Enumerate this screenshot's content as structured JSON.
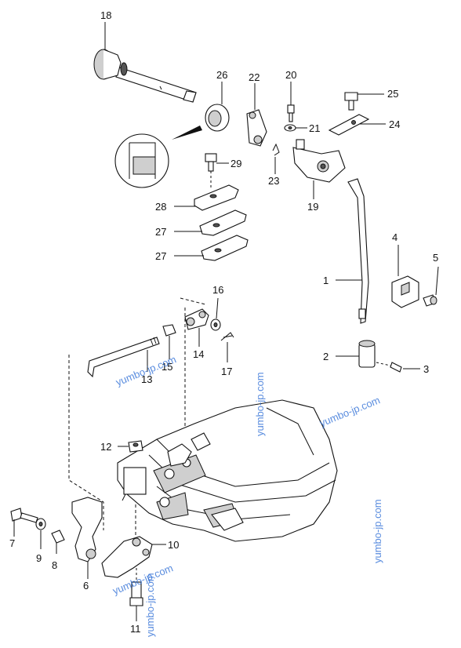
{
  "callouts": {
    "c1": "1",
    "c2": "2",
    "c3": "3",
    "c4": "4",
    "c5": "5",
    "c6": "6",
    "c7": "7",
    "c8": "8",
    "c9": "9",
    "c10": "10",
    "c11": "11",
    "c12": "12",
    "c13": "13",
    "c14": "14",
    "c15": "15",
    "c16": "16",
    "c17": "17",
    "c18": "18",
    "c19": "19",
    "c20": "20",
    "c21": "21",
    "c22": "22",
    "c23": "23",
    "c24": "24",
    "c25": "25",
    "c26": "26",
    "c27a": "27",
    "c27b": "27",
    "c28": "28",
    "c29": "29"
  },
  "watermarks": {
    "w1": "yumbo-jp.com",
    "w2": "yumbo-jp.com",
    "w3": "yumbo-jp.com",
    "w4": "yumbo-jp.com",
    "w5": "yumbo-jp.com",
    "w6": "yumbo-jp.com"
  },
  "colors": {
    "line": "#111111",
    "watermark": "#2f6fd6",
    "background": "#ffffff"
  }
}
